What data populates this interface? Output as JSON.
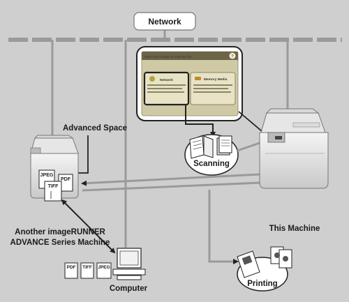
{
  "labels": {
    "network": "Network",
    "advanced_space": "Advanced Space",
    "scanning": "Scanning",
    "another_machine_line1": "Another imageRUNNER",
    "another_machine_line2": "ADVANCE Series Machine",
    "this_machine": "This Machine",
    "computer": "Computer",
    "printing": "Printing"
  },
  "screen": {
    "title": "Select the location to save the file.",
    "help_glyph": "?",
    "network_option": {
      "label": "Network",
      "description": "Save storage on the Network. Scanned documents can be stored in PDF format."
    },
    "memory_option": {
      "label": "Memory Media",
      "description": "Save a file stored in the memory media."
    }
  },
  "file_types": {
    "stack": [
      "JPEG",
      "PDF",
      "TIFF"
    ],
    "computer": [
      "PDF",
      "TIFF",
      "JPEG"
    ]
  },
  "icons": {
    "printer": "multifunction-printer-icon",
    "computer": "desktop-computer-icon",
    "document": "document-icon",
    "book": "open-book-icon"
  }
}
